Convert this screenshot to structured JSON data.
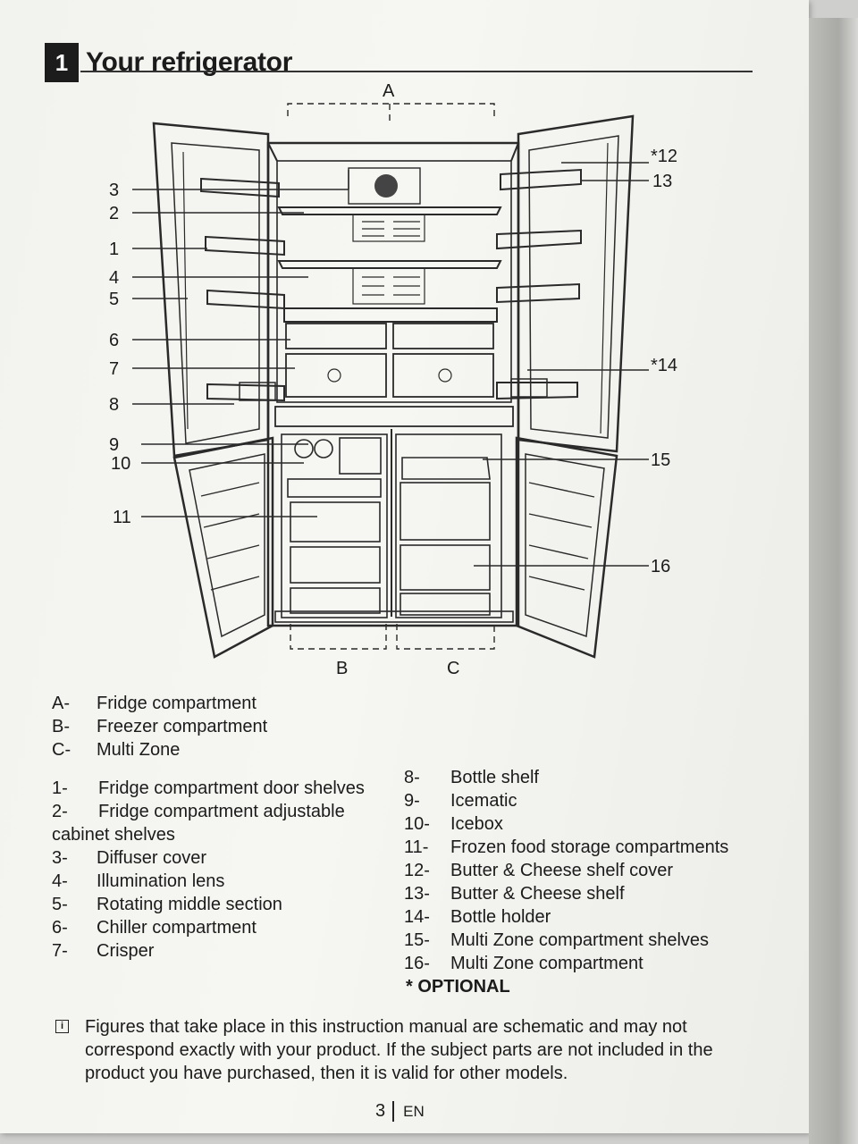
{
  "section": {
    "number": "1",
    "title": "Your refrigerator"
  },
  "diagram": {
    "top_label": "A",
    "bottom_labels": [
      "B",
      "C"
    ],
    "left_callouts": [
      "3",
      "2",
      "1",
      "4",
      "5",
      "6",
      "7",
      "8",
      "9",
      "10",
      "11"
    ],
    "right_callouts": [
      "*12",
      "13",
      "*14",
      "15",
      "16"
    ]
  },
  "legend_left": [
    {
      "code": "A-",
      "text": "Fridge compartment"
    },
    {
      "code": "B-",
      "text": "Freezer compartment"
    },
    {
      "code": "C-",
      "text": "Multi Zone"
    }
  ],
  "legend_numbered": [
    {
      "code": "1-",
      "text": "Fridge compartment door shelves"
    },
    {
      "code": "2-",
      "text": "Fridge compartment adjustable",
      "cont": "cabinet shelves"
    },
    {
      "code": "3-",
      "text": "Diffuser cover"
    },
    {
      "code": "4-",
      "text": "Illumination lens"
    },
    {
      "code": "5-",
      "text": "Rotating middle section"
    },
    {
      "code": "6-",
      "text": "Chiller compartment"
    },
    {
      "code": "7-",
      "text": "Crisper"
    }
  ],
  "legend_right": [
    {
      "code": "8-",
      "text": "Bottle shelf"
    },
    {
      "code": "9-",
      "text": "Icematic"
    },
    {
      "code": "10-",
      "text": "Icebox"
    },
    {
      "code": "11-",
      "text": "Frozen food storage compartments"
    },
    {
      "code": "12-",
      "text": "Butter & Cheese shelf cover"
    },
    {
      "code": "13-",
      "text": "Butter & Cheese shelf"
    },
    {
      "code": "14-",
      "text": "Bottle holder"
    },
    {
      "code": "15-",
      "text": "Multi Zone compartment shelves"
    },
    {
      "code": "16-",
      "text": "Multi Zone compartment"
    }
  ],
  "optional_label": "* OPTIONAL",
  "note": {
    "icon": "info-icon",
    "text": "Figures that take place in this instruction manual are schematic and may not correspond exactly with your product. If the subject parts are not included in the product you have purchased, then it is valid for other models."
  },
  "footer": {
    "page": "3",
    "lang": "EN"
  }
}
